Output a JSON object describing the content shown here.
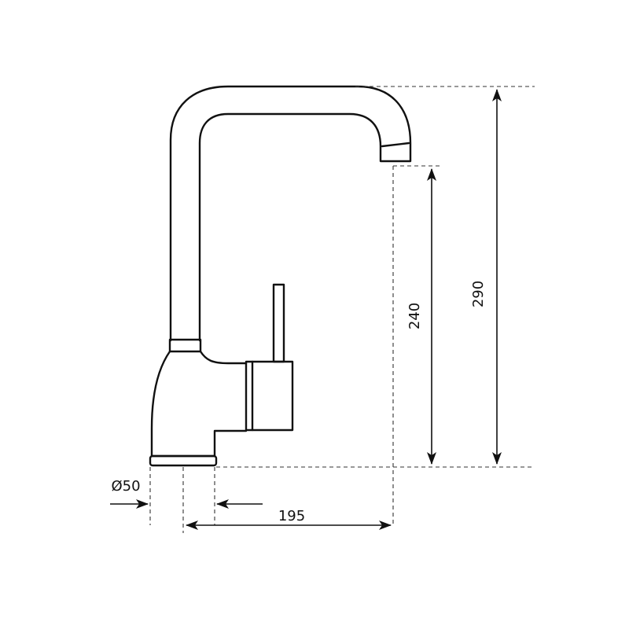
{
  "dimensions": {
    "total_height": "290",
    "spout_height": "240",
    "reach": "195",
    "base_diameter": "Ø50"
  },
  "colors": {
    "line": "#111111",
    "background": "#ffffff"
  }
}
